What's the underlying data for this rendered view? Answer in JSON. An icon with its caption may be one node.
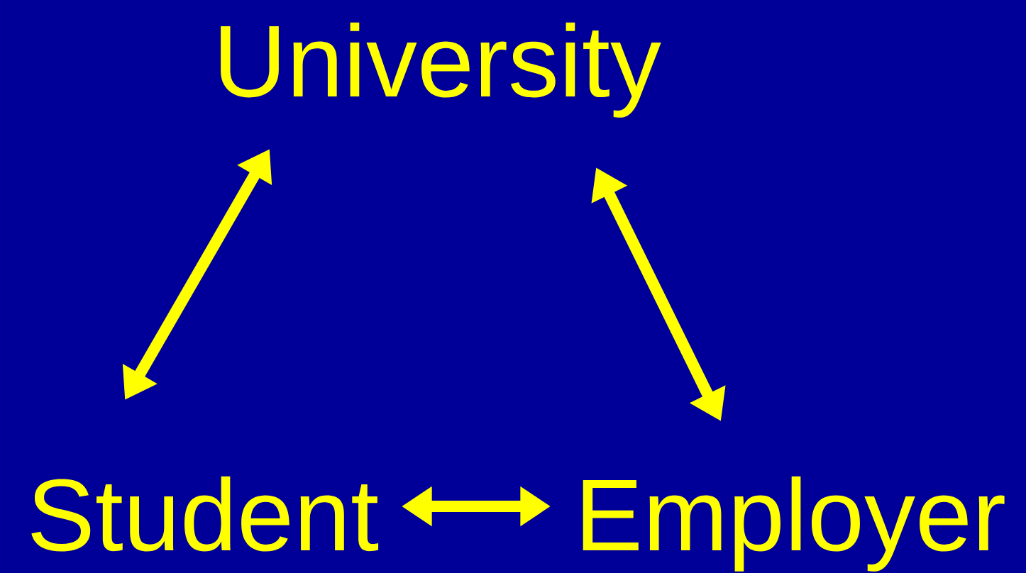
{
  "diagram": {
    "nodes": [
      {
        "text": [
          "University"
        ]
      },
      {
        "text": [
          "Student"
        ]
      },
      {
        "text": [
          "Employer"
        ]
      }
    ],
    "edges": [
      {
        "from": 0,
        "to": 1,
        "arrow": "both"
      },
      {
        "from": 0,
        "to": 2,
        "arrow": "both"
      },
      {
        "from": 1,
        "to": 2,
        "arrow": "both"
      }
    ]
  }
}
